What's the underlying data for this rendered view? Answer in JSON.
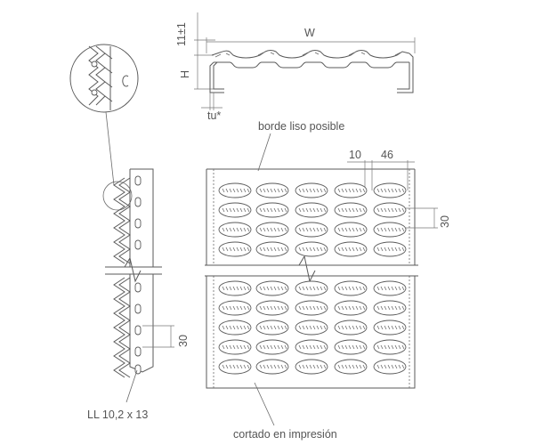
{
  "labels": {
    "dim_w": "W",
    "dim_h": "H",
    "dim_thickness": "11±1",
    "dim_tu": "tu*",
    "edge_note": "borde liso posible",
    "dim_10": "10",
    "dim_46": "46",
    "dim_30_right": "30",
    "dim_30_left": "30",
    "slot_size": "LL 10,2 x 13",
    "cut_note": "cortado en impresión"
  },
  "colors": {
    "line": "#5a5a5a",
    "text": "#555555",
    "background": "#ffffff"
  }
}
